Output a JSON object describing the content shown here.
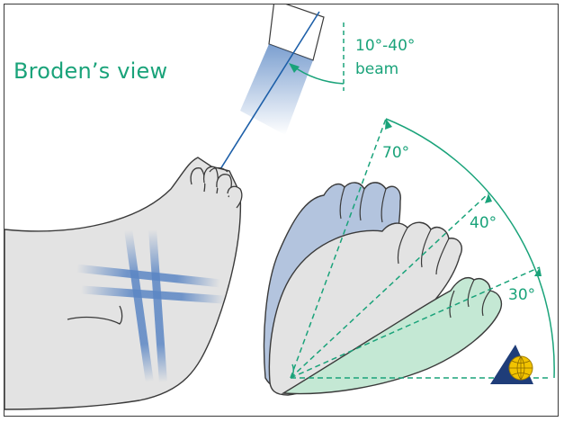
{
  "title": "Broden’s view",
  "beam": {
    "line1": "10°-40°",
    "line2": "beam"
  },
  "angles": [
    {
      "label": "70°",
      "degrees": 70
    },
    {
      "label": "40°",
      "degrees": 40
    },
    {
      "label": "30°",
      "degrees": 30
    }
  ],
  "colors": {
    "accent": "#1aa37a",
    "foot_skin": "#e3e3e3",
    "foot_70": "#b3c4de",
    "foot_30": "#c4e8d4",
    "beam": "#1d5fa8",
    "outline": "#3a3a3a"
  },
  "icons": {
    "logo": "globe-triangle-logo-icon"
  }
}
